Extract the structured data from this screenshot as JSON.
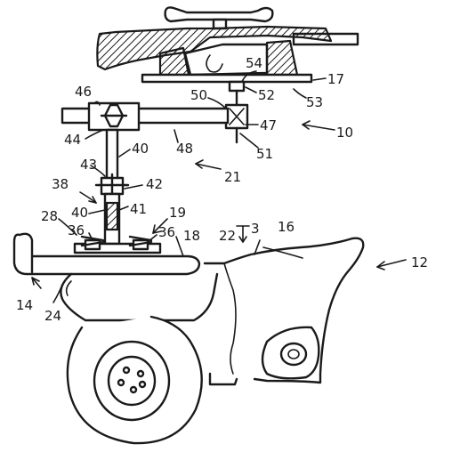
{
  "figure": {
    "labels": {
      "l3": "3",
      "l10": "10",
      "l12": "12",
      "l14": "14",
      "l16": "16",
      "l17": "17",
      "l18": "18",
      "l19": "19",
      "l21": "21",
      "l22": "22",
      "l24": "24",
      "l28": "28",
      "l36a": "36",
      "l36b": "36",
      "l38": "38",
      "l40a": "40",
      "l40b": "40",
      "l41": "41",
      "l42": "42",
      "l43": "43",
      "l44": "44",
      "l46": "46",
      "l47": "47",
      "l48": "48",
      "l50": "50",
      "l51": "51",
      "l52": "52",
      "l53": "53",
      "l54": "54"
    }
  }
}
